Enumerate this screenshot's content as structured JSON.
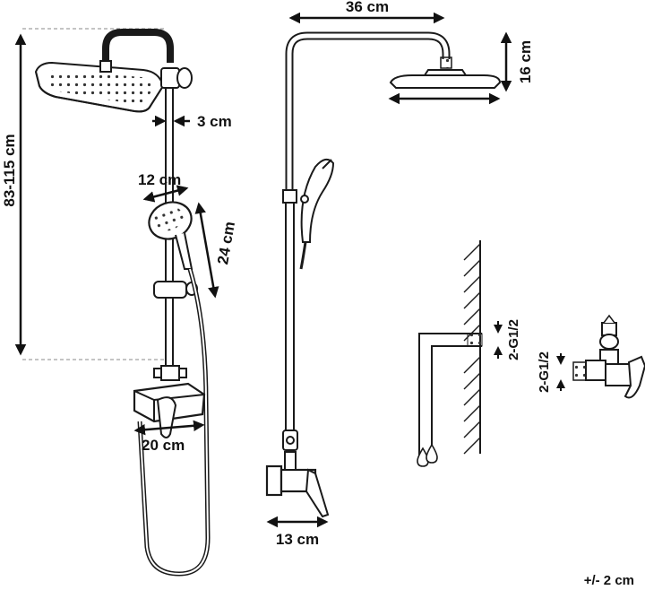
{
  "dimensions": {
    "height_range": "83-115 cm",
    "pipe_diameter": "3 cm",
    "hand_shower_width": "12 cm",
    "hand_shower_length": "24 cm",
    "mixer_width": "20 cm",
    "arm_length": "36 cm",
    "head_height": "16 cm",
    "valve_width": "13 cm"
  },
  "connections": {
    "wall_thread": "2-G1/2",
    "valve_thread": "2-G1/2"
  },
  "tolerance": "+/- 2 cm"
}
